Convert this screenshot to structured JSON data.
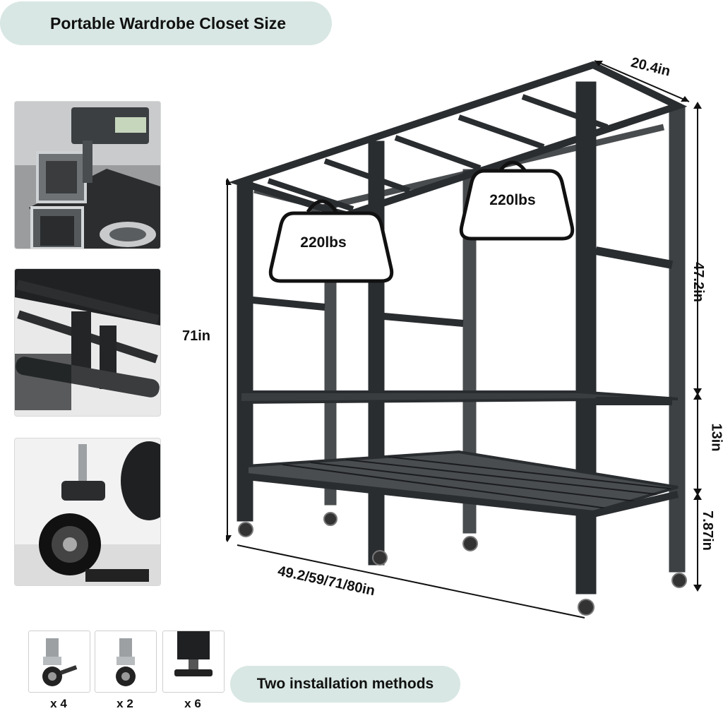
{
  "header": {
    "title": "Portable Wardrobe Closet Size"
  },
  "dimensions": {
    "depth": "20.4in",
    "height_total": "71in",
    "height_upper": "47.2in",
    "height_middle": "13in",
    "height_bottom": "7.87in",
    "width": "49.2/59/71/80in"
  },
  "load_tags": {
    "left": "220lbs",
    "right": "220lbs"
  },
  "accessories": [
    {
      "icon": "swivel-wheel-brake-icon",
      "count": "x 4"
    },
    {
      "icon": "swivel-wheel-icon",
      "count": "x 2"
    },
    {
      "icon": "leveling-foot-icon",
      "count": "x 6"
    }
  ],
  "footer": {
    "methods_label": "Two installation methods"
  },
  "colors": {
    "pill_bg": "#d8e7e3",
    "frame": "#2a2d30",
    "accent": "#111111"
  }
}
